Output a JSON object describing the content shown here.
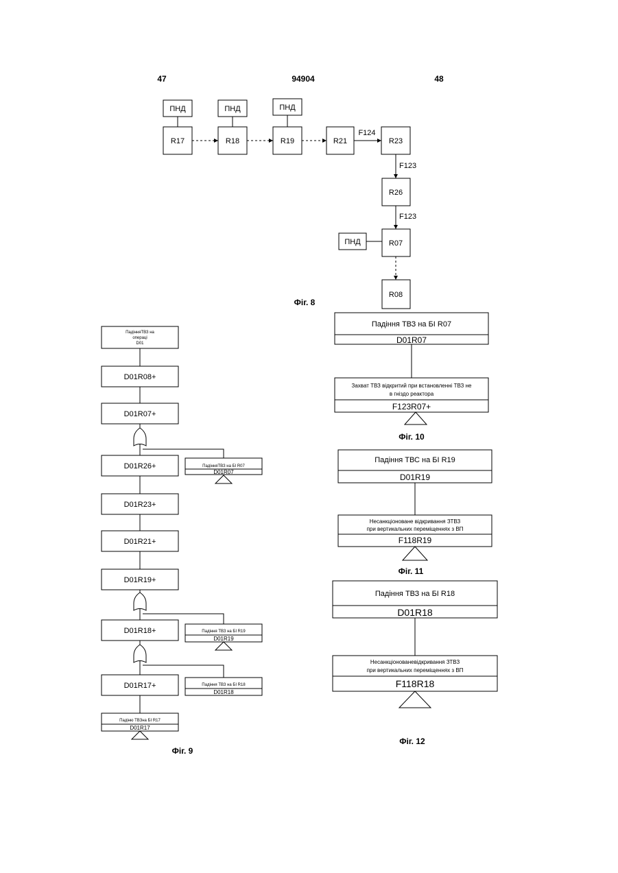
{
  "header": {
    "page_left": "47",
    "patent_number": "94904",
    "page_right": "48"
  },
  "fig8": {
    "caption": "Фіг. 8",
    "pnd": "ПНД",
    "nodes": [
      "R17",
      "R18",
      "R19",
      "R21",
      "R23",
      "R26",
      "R07",
      "R08"
    ],
    "edges": {
      "r21_r23": "F124",
      "r23_r26": "F123",
      "r26_r07": "F123"
    }
  },
  "fig9": {
    "caption": "Фіг. 9",
    "top": [
      "ПадінняТВЗ  на",
      "операці",
      "D01"
    ],
    "chain": [
      "D01R08+",
      "D01R07+",
      "D01R26+",
      "D01R23+",
      "D01R21+",
      "D01R19+",
      "D01R18+",
      "D01R17+"
    ],
    "side_r07": {
      "title": "ПадінняТВЗ  на  БІ  R07",
      "code": "D01R07"
    },
    "side_r19": {
      "title": "Падіння ТВЗ на БІ R19",
      "code": "D01R19"
    },
    "side_r18": {
      "title": "Падіння ТВЗ на БІ R18",
      "code": "D01R18"
    },
    "bottom": {
      "title": "Падіню ТВЗна  БІ R17",
      "code": "D01R17"
    }
  },
  "fig10": {
    "caption": "Фіг. 10",
    "top_title": "Падіння ТВЗ на БІ R07",
    "top_code": "D01R07",
    "bottom_line1": "Захват ТВЗ  відкритий при встановленні  ТВЗ не",
    "bottom_line2": "в гніздо реактора",
    "bottom_code": "F123R07+"
  },
  "fig11": {
    "caption": "Фіг. 11",
    "top_title": "Падіння ТВС на БІ R19",
    "top_code": "D01R19",
    "bottom_line1": "Несанкціоноване  відкривання ЗТВЗ",
    "bottom_line2": "при вертикальних переміщеннях з ВП",
    "bottom_code": "F118R19"
  },
  "fig12": {
    "caption": "Фіг. 12",
    "top_title": "Падіння ТВЗ на БІ R18",
    "top_code": "D01R18",
    "bottom_line1": "Несанкціонованевідкривання ЗТВЗ",
    "bottom_line2": "при вертикальних переміщеннях з ВП",
    "bottom_code": "F118R18"
  }
}
